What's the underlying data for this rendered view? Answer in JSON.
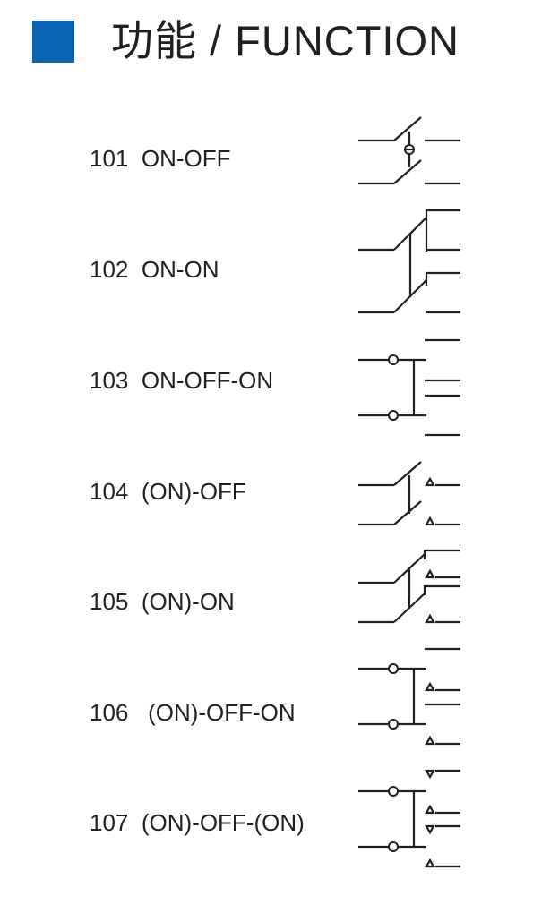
{
  "header": {
    "title": "功能 / FUNCTION",
    "accent_color": "#0a64b4"
  },
  "functions": [
    {
      "code": "101",
      "name": "ON-OFF"
    },
    {
      "code": "102",
      "name": "ON-ON"
    },
    {
      "code": "103",
      "name": "ON-OFF-ON"
    },
    {
      "code": "104",
      "name": "(ON)-OFF"
    },
    {
      "code": "105",
      "name": "(ON)-ON"
    },
    {
      "code": "106",
      "name": "(ON)-OFF-ON"
    },
    {
      "code": "107",
      "name": "(ON)-OFF-(ON)"
    }
  ]
}
